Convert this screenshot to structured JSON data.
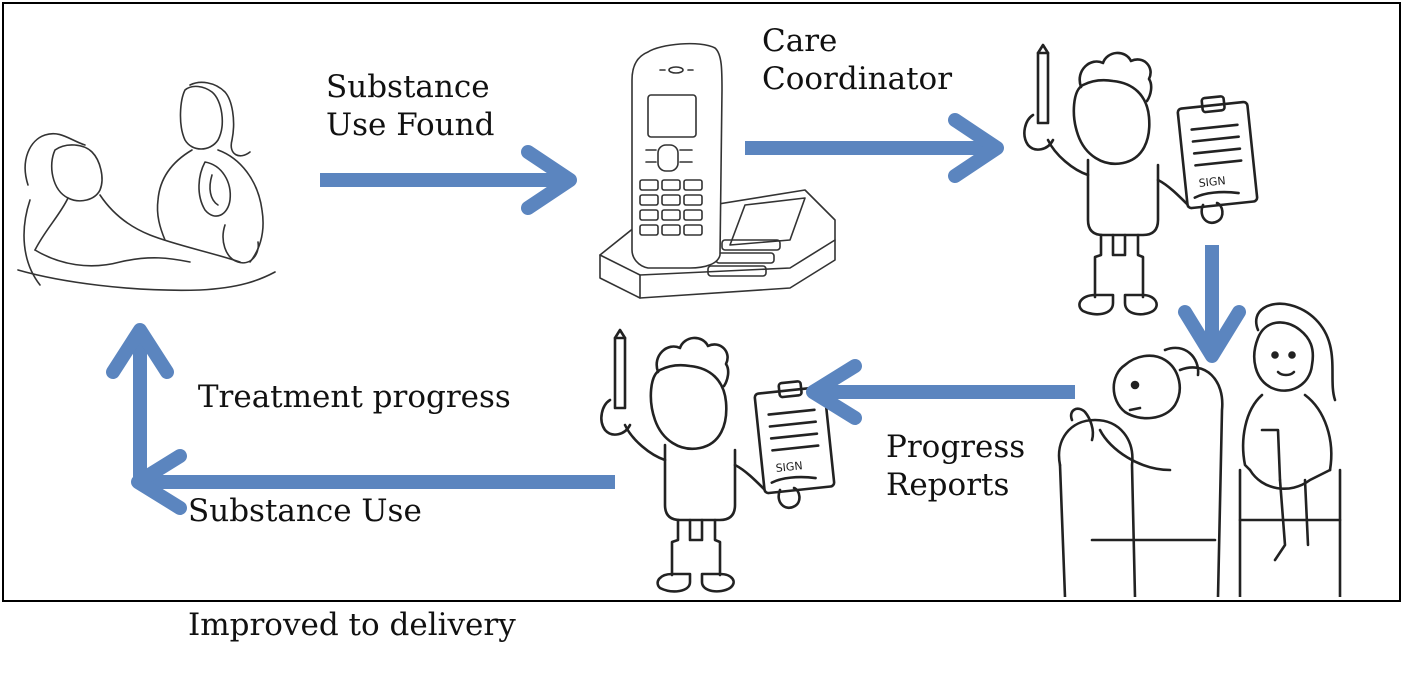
{
  "colors": {
    "arrow": "#5b85bf",
    "border": "#000000",
    "background": "#ffffff"
  },
  "labels": {
    "substance_use_found": [
      "Substance",
      "Use Found"
    ],
    "care_coordinator": [
      "Care",
      "Coordinator"
    ],
    "treatment_progress": [
      " Treatment progress",
      "Substance Use",
      "Improved to delivery"
    ],
    "progress_reports": [
      "Progress",
      "Reports"
    ]
  },
  "illustrations": {
    "sign_text": "SIGN",
    "nodes": [
      "patient-with-clinician-icon",
      "cordless-phone-icon",
      "coordinator-with-clipboard-icon",
      "therapy-session-icon",
      "coordinator-with-clipboard-icon"
    ]
  }
}
